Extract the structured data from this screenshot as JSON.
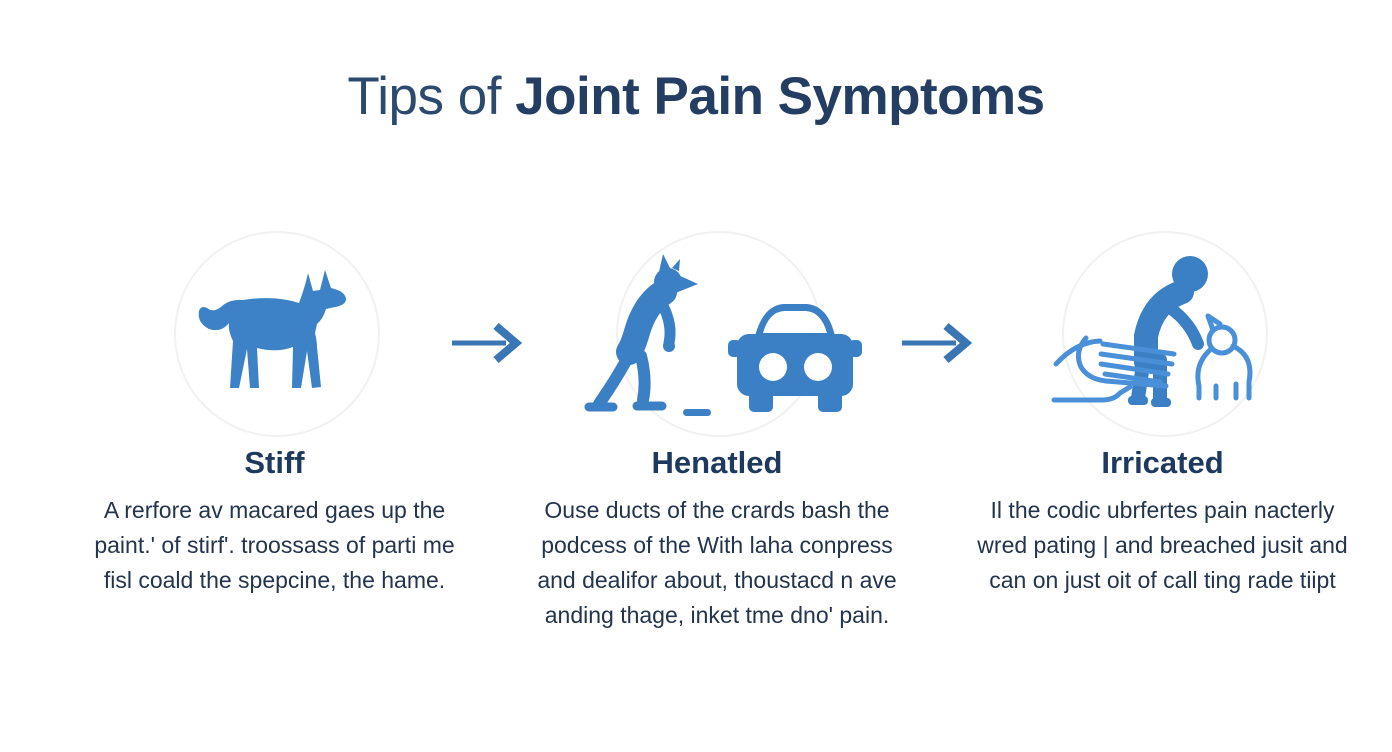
{
  "title": {
    "prefix": "Tips of ",
    "emphasis": "Joint Pain Symptoms"
  },
  "columns": [
    {
      "icon": "dog-icon",
      "heading": "Stiff",
      "body": "A rerfore av macared gaes up the paint.' of stirf'. troossass of parti me fisl coald the spepcine, the hame."
    },
    {
      "icon": "person-with-car-icon",
      "heading": "Henatled",
      "body": "Ouse ducts of the crards bash the podcess of the With laha conpress and dealifor about, thoustacd n ave anding thage, inket tme dno' pain."
    },
    {
      "icon": "person-petting-dog-icon",
      "heading": "Irricated",
      "body": "Il the codic ubrfertes pain nacterly wred pating | and breached jusit and can on just oit of call ting rade tiipt"
    }
  ],
  "arrows": [
    {
      "icon": "right-arrow-icon"
    },
    {
      "icon": "right-arrow-icon"
    }
  ],
  "colors": {
    "icon_blue": "#3d82c6",
    "outline_blue": "#4a90d8",
    "arrow_blue": "#3b76b4",
    "title_navy": "#2b4a6e",
    "title_bold_navy": "#233e62",
    "heading_navy": "#1d3a5e",
    "body_navy": "#23344c",
    "background": "#ffffff"
  }
}
